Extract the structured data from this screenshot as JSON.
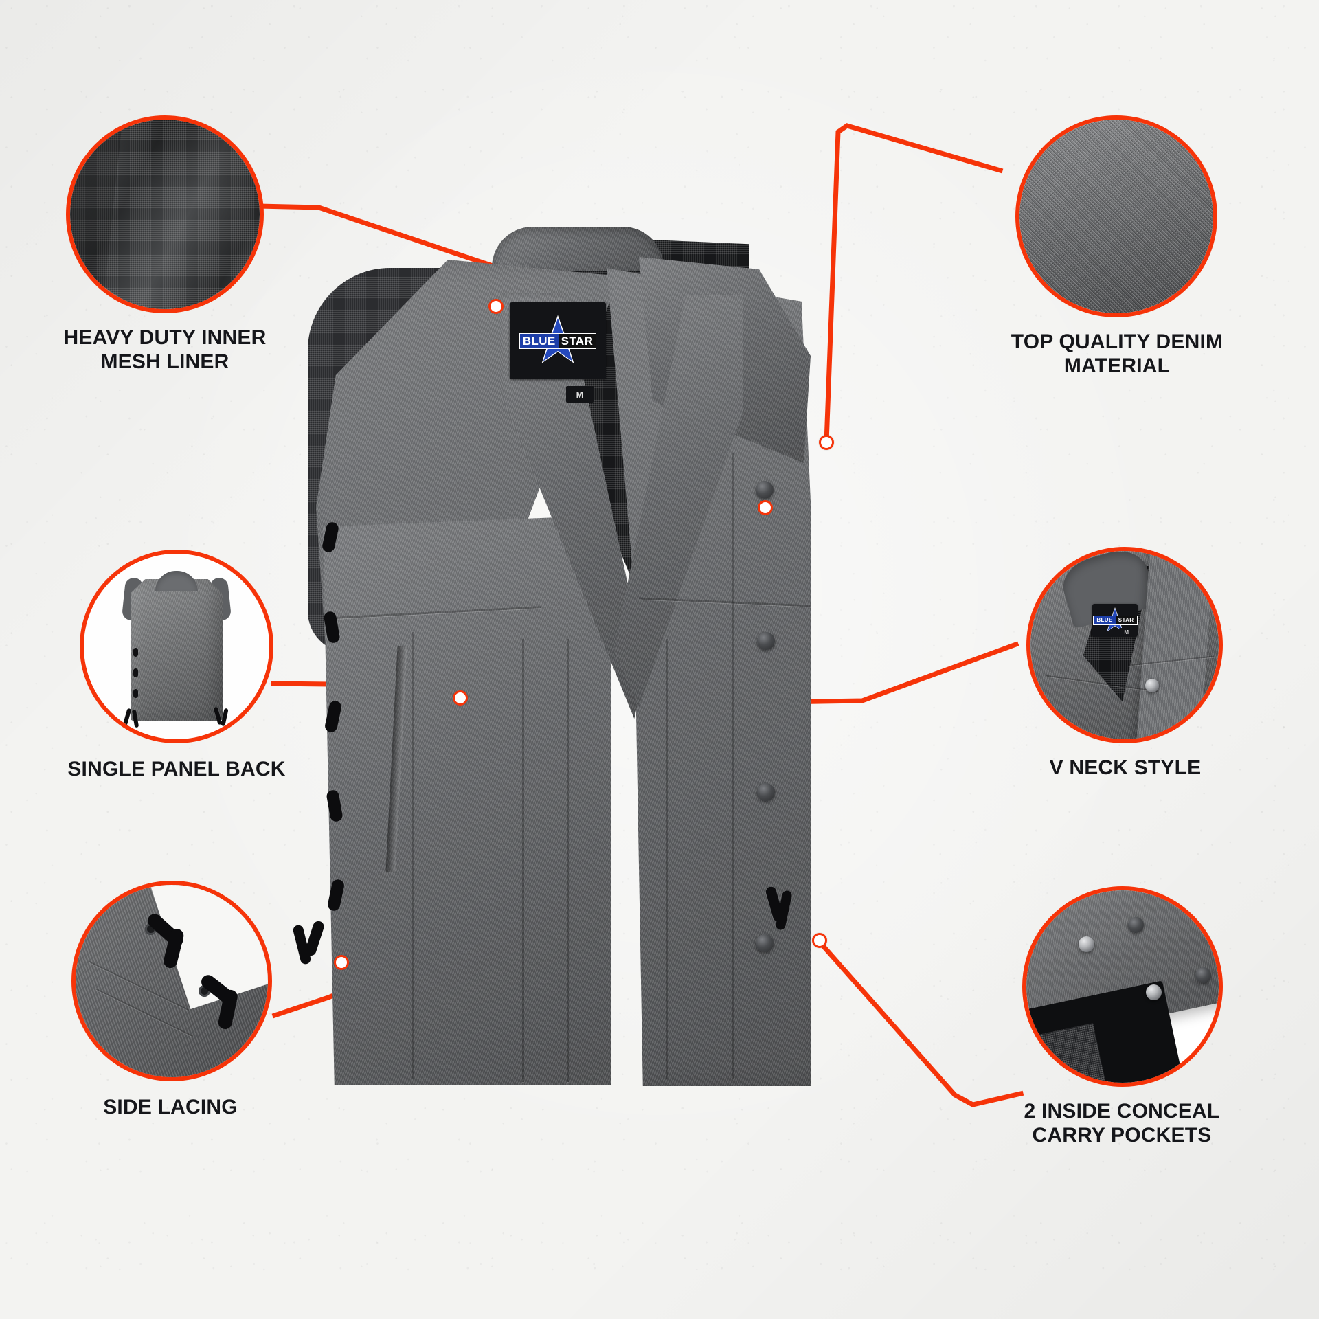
{
  "product": {
    "brand": "BLUE STAR",
    "brand_word_1": "BLUE",
    "brand_word_2": "STAR",
    "size_label": "M",
    "accent_color": "#f63409",
    "brand_blue": "#1d3ea8",
    "denim_color": "#6f7174",
    "background_color": "#f3f3f1",
    "text_color": "#15161a"
  },
  "callouts": [
    {
      "id": "heavy-duty-inner-mesh-liner",
      "label_line_1": "HEAVY DUTY INNER",
      "label_line_2": "MESH LINER",
      "position": "top-left",
      "art": "dark-mesh-fabric-closeup"
    },
    {
      "id": "top-quality-denim-material",
      "label_line_1": "TOP QUALITY DENIM",
      "label_line_2": "MATERIAL",
      "position": "top-right",
      "art": "denim-weave-closeup"
    },
    {
      "id": "single-panel-back",
      "label_line_1": "SINGLE PANEL BACK",
      "label_line_2": "",
      "position": "middle-left",
      "art": "vest-back-view"
    },
    {
      "id": "v-neck-style",
      "label_line_1": "V NECK STYLE",
      "label_line_2": "",
      "position": "middle-right",
      "art": "v-neck-collar-closeup"
    },
    {
      "id": "side-lacing",
      "label_line_1": "SIDE LACING",
      "label_line_2": "",
      "position": "bottom-left",
      "art": "side-lace-grommets-closeup"
    },
    {
      "id": "2-inside-conceal-carry-pockets",
      "label_line_1": "2 INSIDE CONCEAL",
      "label_line_2": "CARRY POCKETS",
      "position": "bottom-right",
      "art": "inside-pocket-snaps-closeup"
    }
  ],
  "main_image": {
    "name": "mens-grey-denim-motorcycle-vest-front-view",
    "features_visible": [
      "v-neck-opening",
      "snap-button-placket",
      "welt-side-pockets",
      "side-lacing-with-black-cord",
      "brand-neck-patch",
      "size-tag",
      "inner-mesh-liner"
    ],
    "snap_button_count": 4
  }
}
